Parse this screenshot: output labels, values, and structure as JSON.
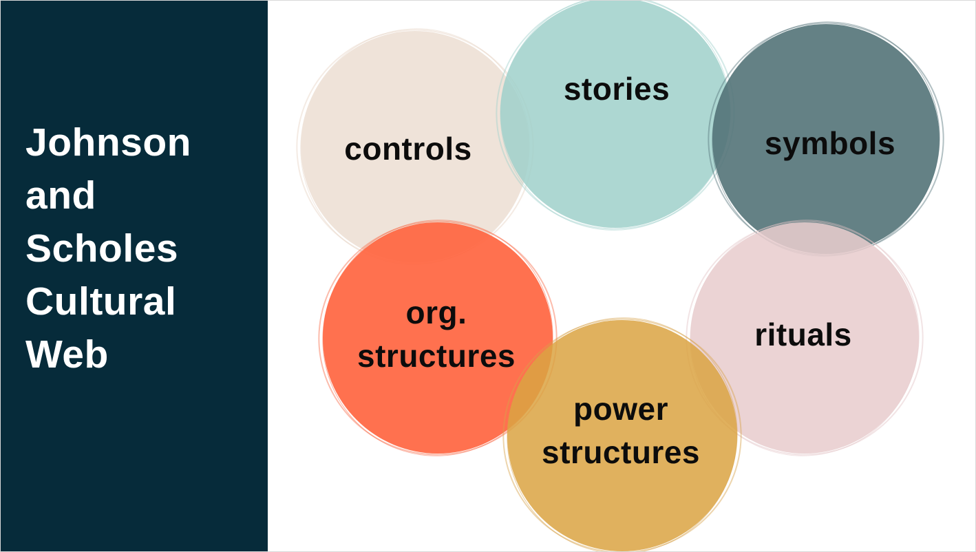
{
  "sidebar": {
    "title_lines": [
      "Johnson",
      "and",
      "Scholes",
      "Cultural",
      "Web"
    ],
    "background_color": "#062b3a",
    "text_color": "#ffffff"
  },
  "circles": [
    {
      "id": "controls",
      "lines": [
        "controls"
      ],
      "color": "#efe3d9"
    },
    {
      "id": "stories",
      "lines": [
        "stories"
      ],
      "color": "#9fd0cb"
    },
    {
      "id": "symbols",
      "lines": [
        "symbols"
      ],
      "color": "#537378"
    },
    {
      "id": "rituals",
      "lines": [
        "rituals"
      ],
      "color": "#e8cdce"
    },
    {
      "id": "org-structures",
      "lines": [
        "org.",
        "structures"
      ],
      "color": "#ff6540"
    },
    {
      "id": "power-structures",
      "lines": [
        "power",
        "structures"
      ],
      "color": "#dba342"
    }
  ]
}
